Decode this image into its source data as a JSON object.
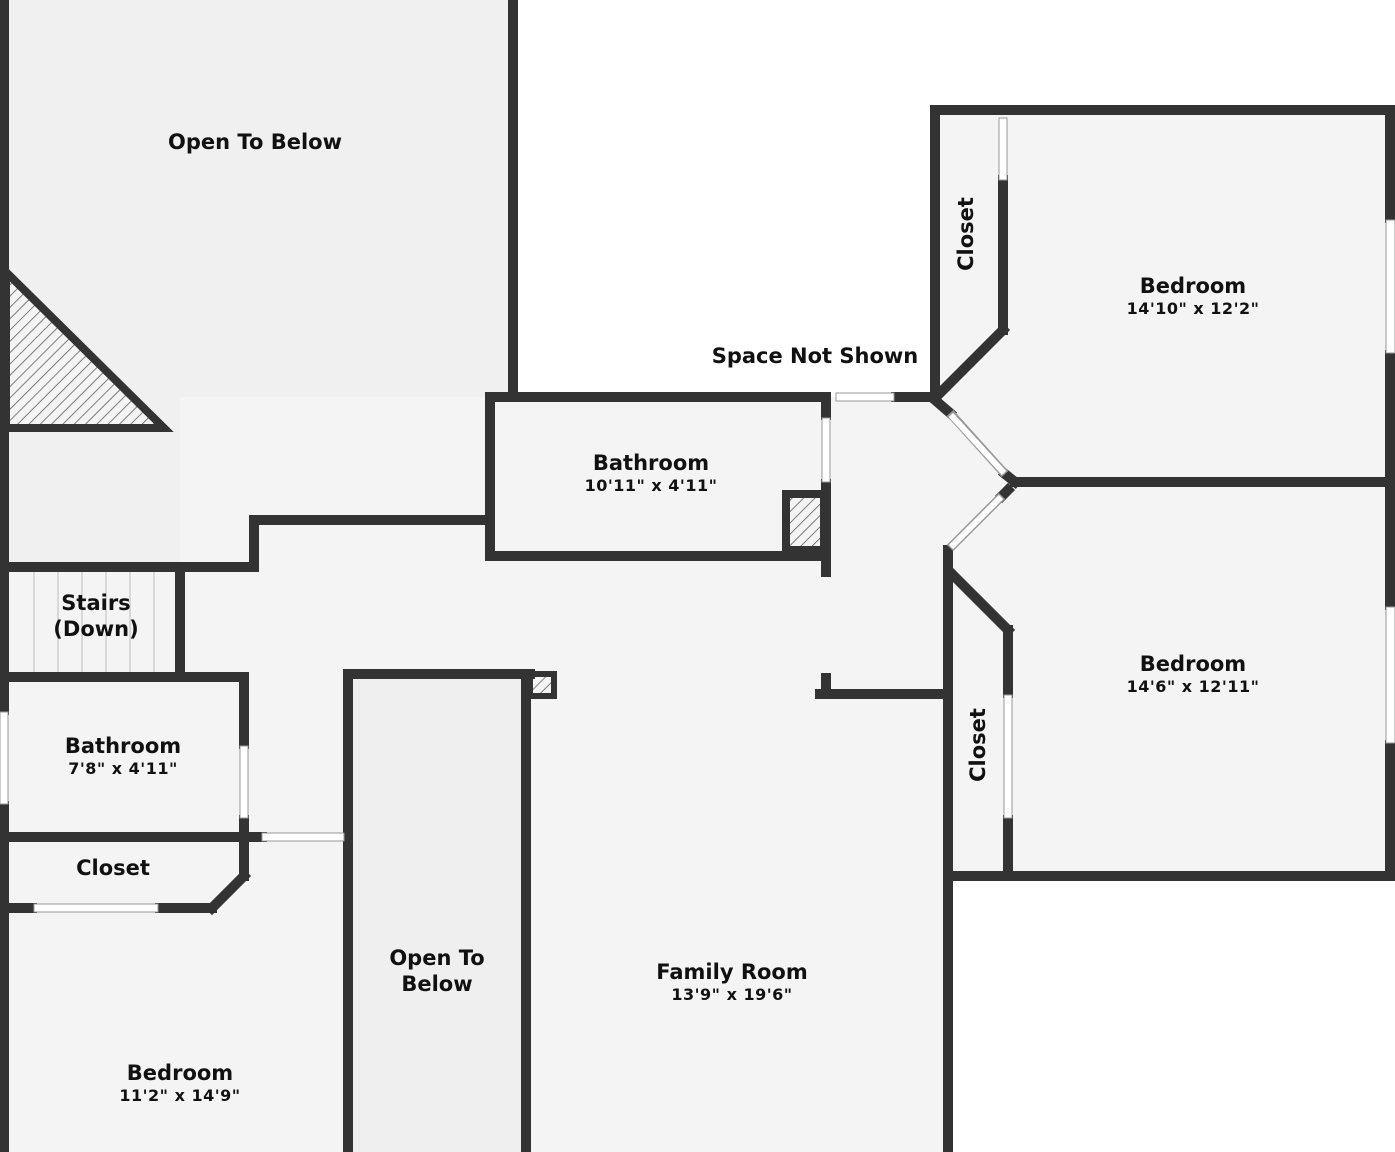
{
  "floor_plan": {
    "rooms": {
      "open_to_below_top": {
        "name": "Open To Below"
      },
      "bathroom_center": {
        "name": "Bathroom",
        "dimensions": "10'11\" x 4'11\""
      },
      "space_not_shown": {
        "name": "Space Not Shown"
      },
      "closet_top_right": {
        "name": "Closet"
      },
      "bedroom_top_right": {
        "name": "Bedroom",
        "dimensions": "14'10\" x 12'2\""
      },
      "bedroom_mid_right": {
        "name": "Bedroom",
        "dimensions": "14'6\" x 12'11\""
      },
      "closet_mid_right": {
        "name": "Closet"
      },
      "stairs": {
        "name_line1": "Stairs",
        "name_line2": "(Down)"
      },
      "bathroom_left": {
        "name": "Bathroom",
        "dimensions": "7'8\" x 4'11\""
      },
      "closet_left": {
        "name": "Closet"
      },
      "open_to_below_bottom": {
        "name_line1": "Open To",
        "name_line2": "Below"
      },
      "family_room": {
        "name": "Family Room",
        "dimensions": "13'9\" x 19'6\""
      },
      "bedroom_bottom_left": {
        "name": "Bedroom",
        "dimensions": "11'2\" x 14'9\""
      }
    },
    "colors": {
      "wall": "#333333",
      "floor": "#f4f4f4",
      "open_area": "#efefef",
      "background": "#ffffff",
      "door_gap": "#ffffff"
    }
  }
}
